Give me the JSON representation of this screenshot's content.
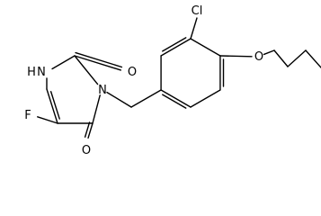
{
  "molecule": {
    "atoms": [
      {
        "id": "N1",
        "symbol": "N",
        "hydrogens": 1,
        "label": "H"
      },
      {
        "id": "C2",
        "symbol": "C"
      },
      {
        "id": "O2",
        "symbol": "O",
        "label": "O"
      },
      {
        "id": "N3",
        "symbol": "N",
        "label": "N"
      },
      {
        "id": "C4",
        "symbol": "C"
      },
      {
        "id": "O4",
        "symbol": "O",
        "label": "O"
      },
      {
        "id": "C5",
        "symbol": "C"
      },
      {
        "id": "F5",
        "symbol": "F",
        "label": "F"
      },
      {
        "id": "C6",
        "symbol": "C"
      },
      {
        "id": "CH2",
        "symbol": "C"
      },
      {
        "id": "B1",
        "symbol": "C"
      },
      {
        "id": "B2",
        "symbol": "C"
      },
      {
        "id": "B3",
        "symbol": "C"
      },
      {
        "id": "Cl",
        "symbol": "Cl",
        "label": "Cl"
      },
      {
        "id": "B4",
        "symbol": "C"
      },
      {
        "id": "Oe",
        "symbol": "O",
        "label": "O"
      },
      {
        "id": "B5",
        "symbol": "C"
      },
      {
        "id": "B6",
        "symbol": "C"
      },
      {
        "id": "Bu1",
        "symbol": "C"
      },
      {
        "id": "Bu2",
        "symbol": "C"
      },
      {
        "id": "Bu3",
        "symbol": "C"
      },
      {
        "id": "Bu4",
        "symbol": "C"
      }
    ],
    "bonds": [
      {
        "from": "N1",
        "to": "C2",
        "order": 1
      },
      {
        "from": "C2",
        "to": "O2",
        "order": 2
      },
      {
        "from": "C2",
        "to": "N3",
        "order": 1
      },
      {
        "from": "N3",
        "to": "C4",
        "order": 1
      },
      {
        "from": "C4",
        "to": "O4",
        "order": 2
      },
      {
        "from": "C4",
        "to": "C5",
        "order": 1
      },
      {
        "from": "C5",
        "to": "F5",
        "order": 1
      },
      {
        "from": "C5",
        "to": "C6",
        "order": 2
      },
      {
        "from": "C6",
        "to": "N1",
        "order": 1
      },
      {
        "from": "N3",
        "to": "CH2",
        "order": 1
      },
      {
        "from": "CH2",
        "to": "B1",
        "order": 1
      },
      {
        "from": "B1",
        "to": "B2",
        "order": 2
      },
      {
        "from": "B2",
        "to": "B3",
        "order": 1
      },
      {
        "from": "B3",
        "to": "Cl",
        "order": 1
      },
      {
        "from": "B3",
        "to": "B4",
        "order": 2
      },
      {
        "from": "B4",
        "to": "Oe",
        "order": 1
      },
      {
        "from": "B4",
        "to": "B5",
        "order": 1
      },
      {
        "from": "B5",
        "to": "B6",
        "order": 2
      },
      {
        "from": "B6",
        "to": "B1",
        "order": 1
      },
      {
        "from": "Oe",
        "to": "Bu1",
        "order": 1
      },
      {
        "from": "Bu1",
        "to": "Bu2",
        "order": 1
      },
      {
        "from": "Bu2",
        "to": "Bu3",
        "order": 1
      },
      {
        "from": "Bu3",
        "to": "Bu4",
        "order": 1
      }
    ]
  },
  "labels": {
    "nh": "H",
    "nh_n": "N",
    "o_carbonyl_top": "O",
    "n_ring": "N",
    "fluorine": "F",
    "o_carbonyl_bottom": "O",
    "chlorine": "Cl",
    "o_ether": "O"
  }
}
